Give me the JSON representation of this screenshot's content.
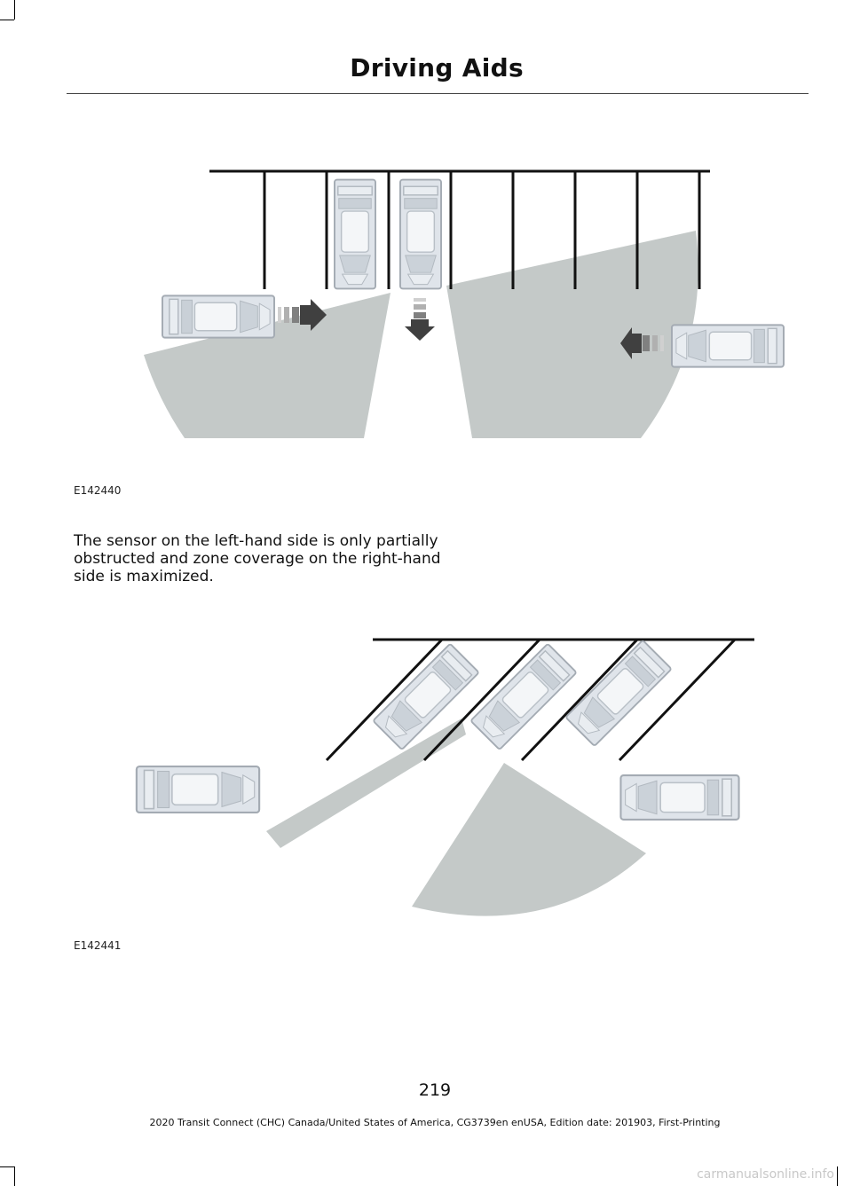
{
  "header": {
    "title": "Driving Aids"
  },
  "figures": [
    {
      "code": "E142440"
    },
    {
      "code": "E142441"
    }
  ],
  "body": {
    "paragraph": "The sensor on the left-hand side is only partially obstructed and zone coverage on the right-hand side is maximized."
  },
  "footer": {
    "page_number": "219",
    "edition": "2020 Transit Connect (CHC) Canada/United States of America, CG3739en enUSA, Edition date: 201903, First-Printing"
  },
  "watermark": "carmanualsonline.info",
  "colors": {
    "zone": "#c4c9c8",
    "arrow": "#404040",
    "car_body": "#dfe4ea"
  }
}
